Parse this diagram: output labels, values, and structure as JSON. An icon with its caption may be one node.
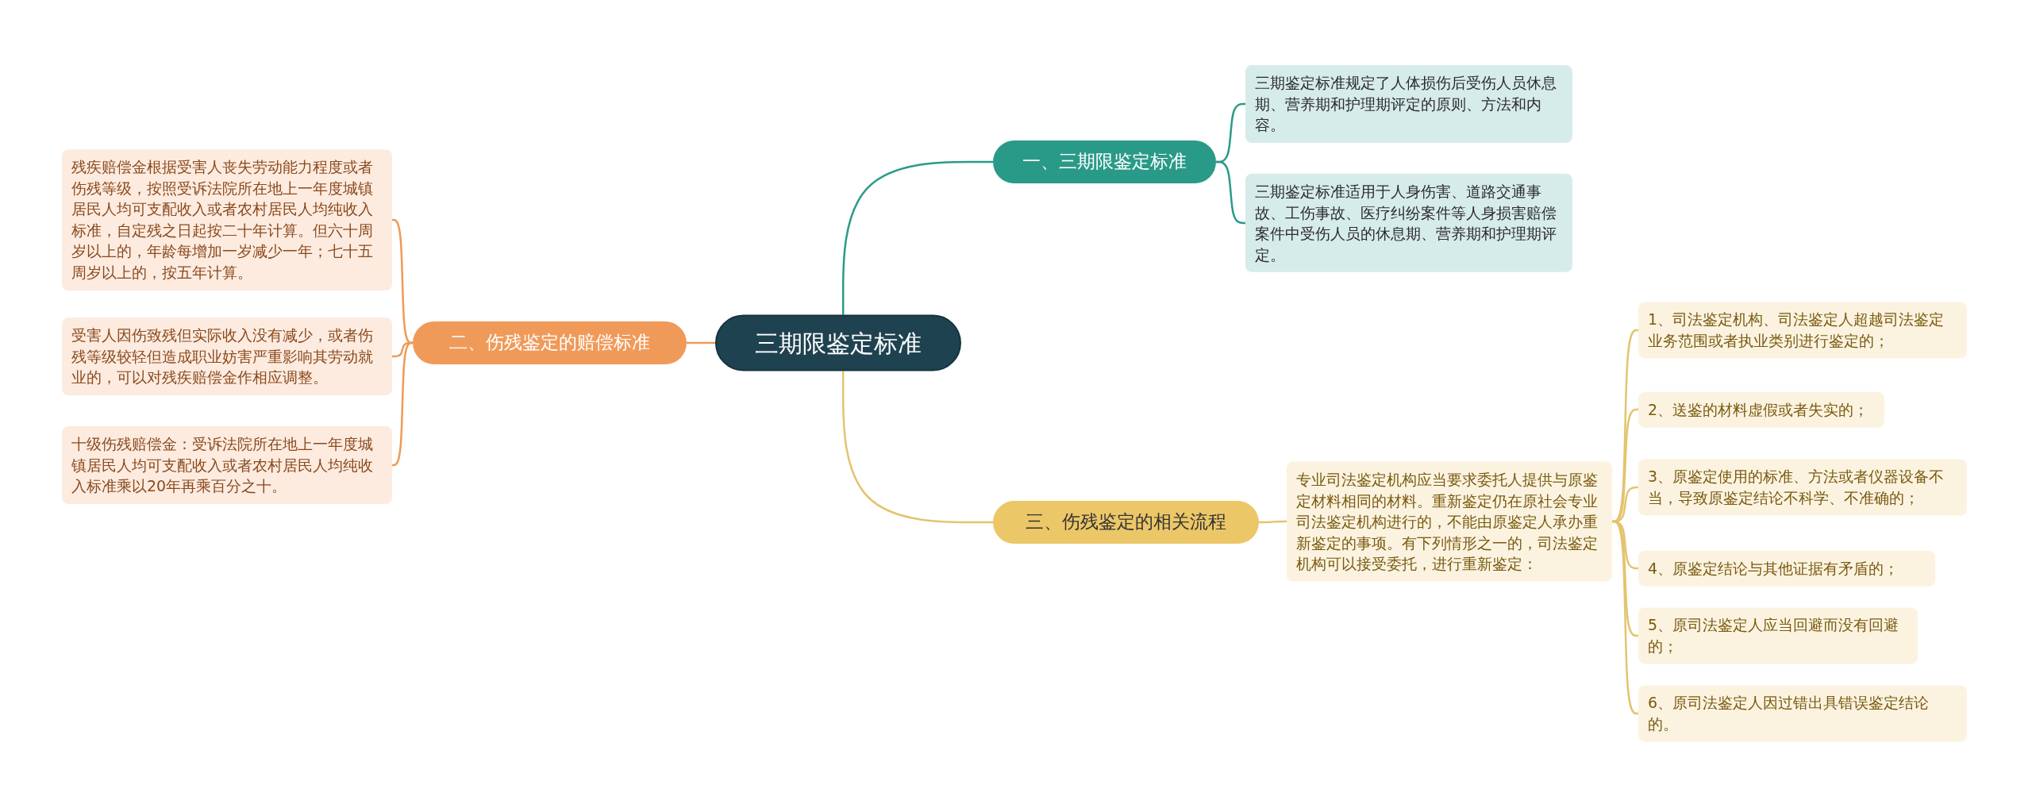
{
  "diagram": {
    "nodes": [
      {
        "text": [
          "三期限鉴定标准"
        ]
      },
      {
        "text": [
          "一、三期限鉴定标准"
        ]
      },
      {
        "text": [
          "三期鉴定标准规定了人体损伤后受伤人员休息期、营养期和护理期评定的原则、方法和内容。"
        ]
      },
      {
        "text": [
          "三期鉴定标准适用于人身伤害、道路交通事故、工伤事故、医疗纠纷案件等人身损害赔偿案件中受伤人员的休息期、营养期和护理期评定。"
        ]
      },
      {
        "text": [
          "二、伤残鉴定的赔偿标准"
        ]
      },
      {
        "text": [
          "残疾赔偿金根据受害人丧失劳动能力程度或者伤残等级，按照受诉法院所在地上一年度城镇居民人均可支配收入或者农村居民人均纯收入标准，自定残之日起按二十年计算。但六十周岁以上的，年龄每增加一岁减少一年；七十五周岁以上的，按五年计算。"
        ]
      },
      {
        "text": [
          "受害人因伤致残但实际收入没有减少，或者伤残等级较轻但造成职业妨害严重影响其劳动就业的，可以对残疾赔偿金作相应调整。"
        ]
      },
      {
        "text": [
          "十级伤残赔偿金：受诉法院所在地上一年度城镇居民人均可支配收入或者农村居民人均纯收入标准乘以20年再乘百分之十。"
        ]
      },
      {
        "text": [
          "三、伤残鉴定的相关流程"
        ]
      },
      {
        "text": [
          "专业司法鉴定机构应当要求委托人提供与原鉴定材料相同的材料。重新鉴定仍在原社会专业司法鉴定机构进行的，不能由原鉴定人承办重新鉴定的事项。有下列情形之一的，司法鉴定机构可以接受委托，进行重新鉴定："
        ]
      },
      {
        "text": [
          "1、司法鉴定机构、司法鉴定人超越司法鉴定业务范围或者执业类别进行鉴定的；"
        ]
      },
      {
        "text": [
          "2、送鉴的材料虚假或者失实的；"
        ]
      },
      {
        "text": [
          "3、原鉴定使用的标准、方法或者仪器设备不当，导致原鉴定结论不科学、不准确的；"
        ]
      },
      {
        "text": [
          "4、原鉴定结论与其他证据有矛盾的；"
        ]
      },
      {
        "text": [
          "5、原司法鉴定人应当回避而没有回避的；"
        ]
      },
      {
        "text": [
          "6、原司法鉴定人因过错出具错误鉴定结论的。"
        ]
      }
    ],
    "edges": [
      {
        "from": 0,
        "to": 1,
        "arrow": "none",
        "color": "#2a9a88"
      },
      {
        "from": 1,
        "to": 2,
        "arrow": "none",
        "color": "#2a9a88"
      },
      {
        "from": 1,
        "to": 3,
        "arrow": "none",
        "color": "#2a9a88"
      },
      {
        "from": 0,
        "to": 4,
        "arrow": "none",
        "color": "#ee9a58"
      },
      {
        "from": 4,
        "to": 5,
        "arrow": "none",
        "color": "#ee9a58"
      },
      {
        "from": 4,
        "to": 6,
        "arrow": "none",
        "color": "#ee9a58"
      },
      {
        "from": 4,
        "to": 7,
        "arrow": "none",
        "color": "#ee9a58"
      },
      {
        "from": 0,
        "to": 8,
        "arrow": "none"
      },
      {
        "from": 8,
        "to": 9,
        "arrow": "none"
      },
      {
        "from": 9,
        "to": 10,
        "arrow": "none"
      },
      {
        "from": 9,
        "to": 11,
        "arrow": "none"
      },
      {
        "from": 9,
        "to": 12,
        "arrow": "none"
      },
      {
        "from": 9,
        "to": 13,
        "arrow": "none"
      },
      {
        "from": 9,
        "to": 14,
        "arrow": "none"
      },
      {
        "from": 9,
        "to": 15,
        "arrow": "none"
      }
    ]
  }
}
